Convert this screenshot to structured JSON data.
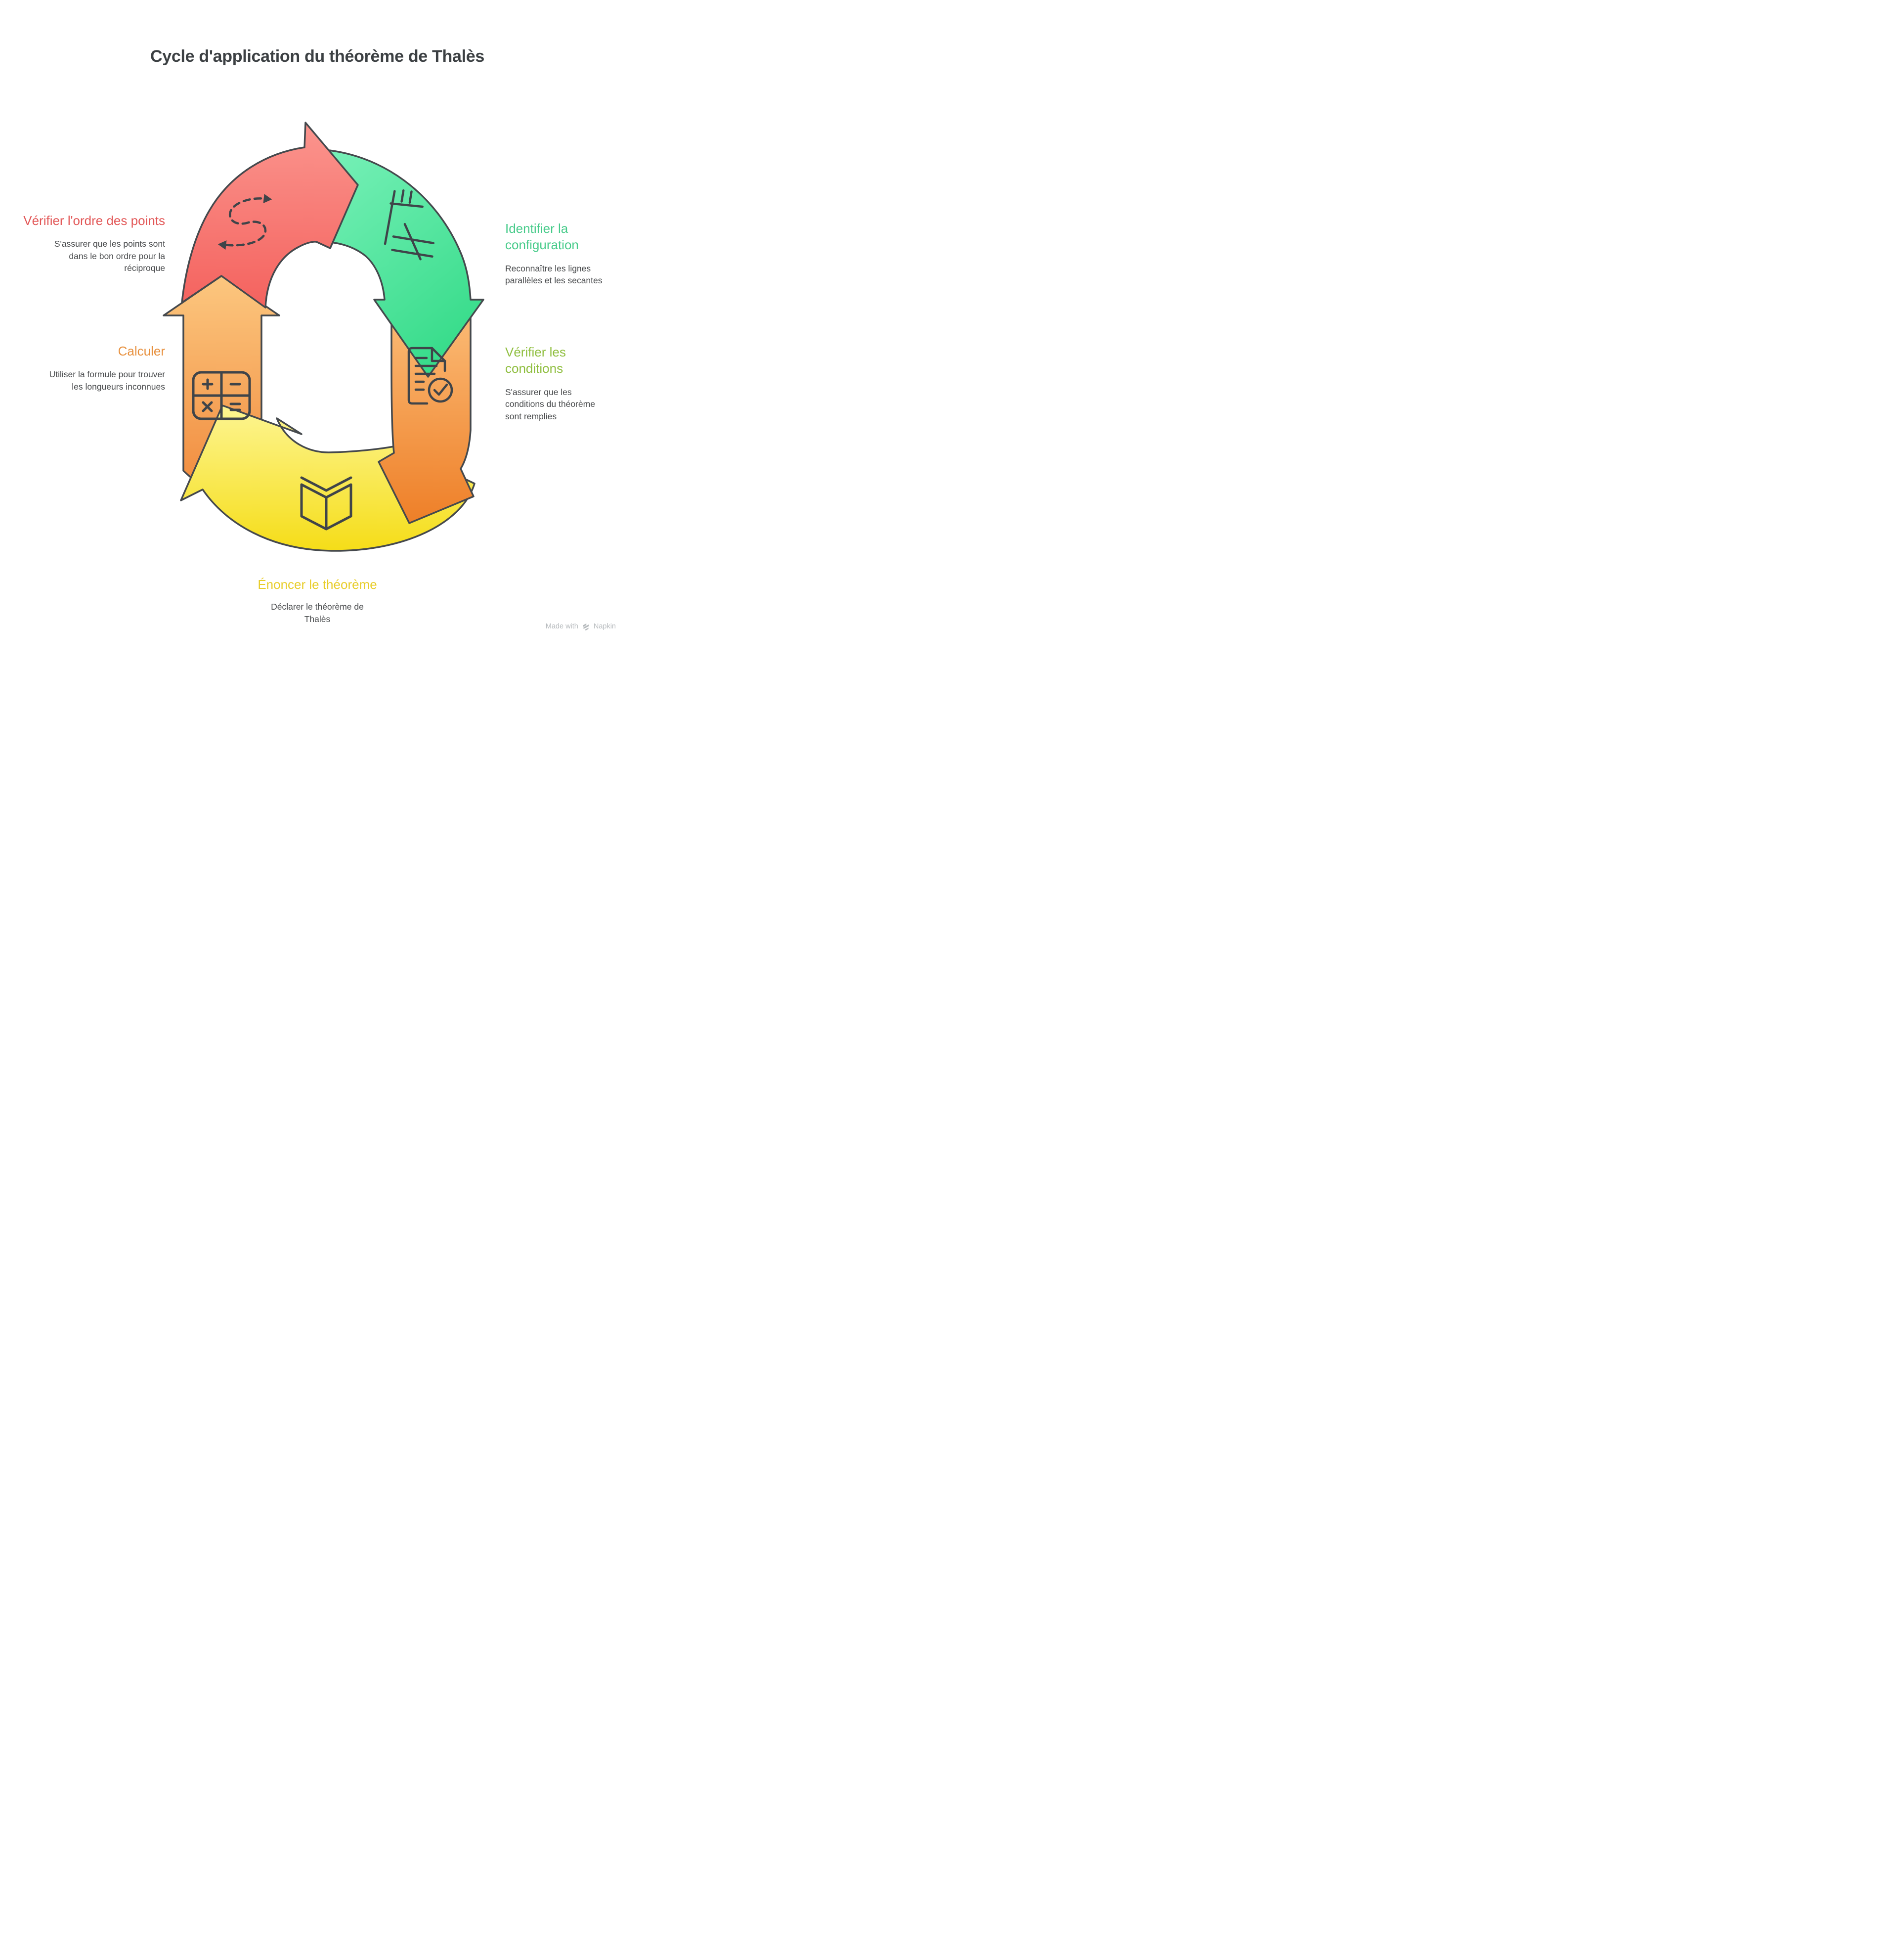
{
  "title": "Cycle d'application du théorème de Thalès",
  "steps": [
    {
      "name": "identifier-la-configuration",
      "label": "Identifier la configuration",
      "description": "Reconnaître les lignes parallèles et les secantes",
      "label_color": "#47CB8A",
      "arrow_color": "#4BE094",
      "icon": "parallel-secant-lines-icon"
    },
    {
      "name": "verifier-les-conditions",
      "label": "Vérifier les conditions",
      "description": "S'assurer que les conditions du théorème sont remplies",
      "label_color": "#8FBE3F",
      "arrow_color": "#F59B4C",
      "icon": "document-check-icon"
    },
    {
      "name": "enoncer-le-theoreme",
      "label": "Énoncer le théorème",
      "description": "Déclarer le théorème de Thalès",
      "label_color": "#E8CD2A",
      "arrow_color": "#F8E83F",
      "icon": "open-book-icon"
    },
    {
      "name": "calculer",
      "label": "Calculer",
      "description": "Utiliser la formule pour trouver les longueurs inconnues",
      "label_color": "#E78F3C",
      "arrow_color": "#F8A45C",
      "icon": "calculator-icon"
    },
    {
      "name": "verifier-l-ordre-des-points",
      "label": "Vérifier l'ordre des points",
      "description": "S'assurer que les points sont dans le bon ordre pour la réciproque",
      "label_color": "#E25757",
      "arrow_color": "#F87B76",
      "icon": "s-curve-route-icon"
    }
  ],
  "watermark": {
    "prefix": "Made with",
    "brand": "Napkin"
  },
  "colors": {
    "outline": "#45494D",
    "title": "#3C4043",
    "body_text": "#47494B",
    "background": "#FFFFFF",
    "watermark": "#B6BABD"
  }
}
